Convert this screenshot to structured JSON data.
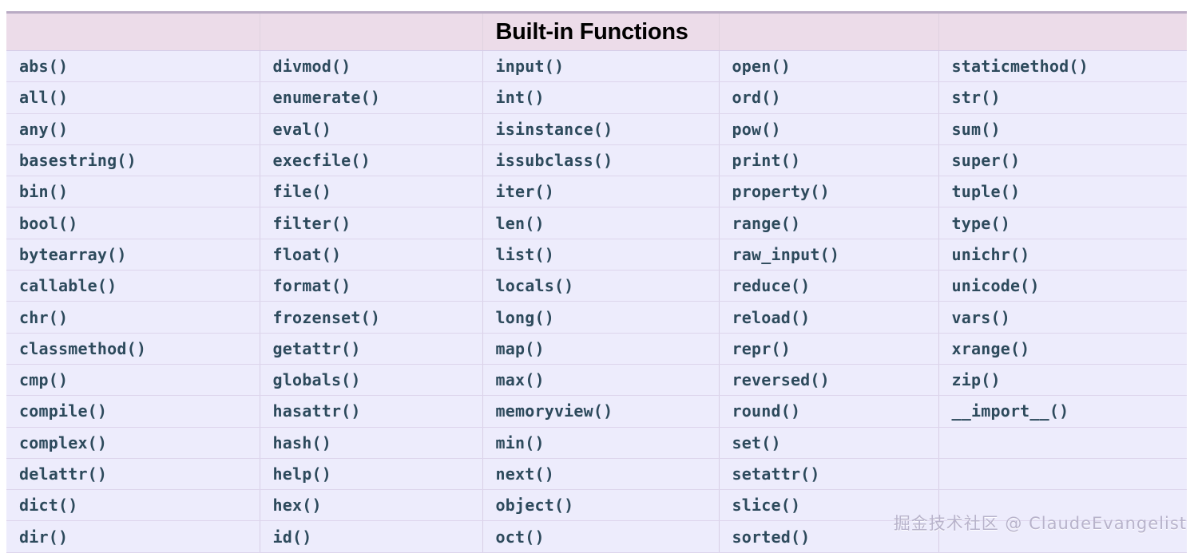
{
  "table": {
    "title": "Built-in Functions",
    "title_column_index": 2,
    "header_cells": [
      "",
      "",
      "Built-in Functions",
      "",
      ""
    ],
    "columns": [
      [
        "abs()",
        "all()",
        "any()",
        "basestring()",
        "bin()",
        "bool()",
        "bytearray()",
        "callable()",
        "chr()",
        "classmethod()",
        "cmp()",
        "compile()",
        "complex()",
        "delattr()",
        "dict()",
        "dir()"
      ],
      [
        "divmod()",
        "enumerate()",
        "eval()",
        "execfile()",
        "file()",
        "filter()",
        "float()",
        "format()",
        "frozenset()",
        "getattr()",
        "globals()",
        "hasattr()",
        "hash()",
        "help()",
        "hex()",
        "id()"
      ],
      [
        "input()",
        "int()",
        "isinstance()",
        "issubclass()",
        "iter()",
        "len()",
        "list()",
        "locals()",
        "long()",
        "map()",
        "max()",
        "memoryview()",
        "min()",
        "next()",
        "object()",
        "oct()"
      ],
      [
        "open()",
        "ord()",
        "pow()",
        "print()",
        "property()",
        "range()",
        "raw_input()",
        "reduce()",
        "reload()",
        "repr()",
        "reversed()",
        "round()",
        "set()",
        "setattr()",
        "slice()",
        "sorted()"
      ],
      [
        "staticmethod()",
        "str()",
        "sum()",
        "super()",
        "tuple()",
        "type()",
        "unichr()",
        "unicode()",
        "vars()",
        "xrange()",
        "zip()",
        "__import__()",
        "",
        "",
        "",
        ""
      ]
    ],
    "row_count": 16,
    "column_count": 5,
    "colors": {
      "header_background": "#ecdce9",
      "row_background": "#edecfc",
      "cell_border": "#d8cfe6",
      "row_border": "#ddd5ec",
      "text": "#2d4a5c",
      "title_text": "#000000",
      "top_border": "#b9abc4",
      "page_background": "#ffffff"
    }
  },
  "watermark": {
    "text": "掘金技术社区 @ ClaudeEvangelist",
    "color": "#b8b3cb"
  }
}
